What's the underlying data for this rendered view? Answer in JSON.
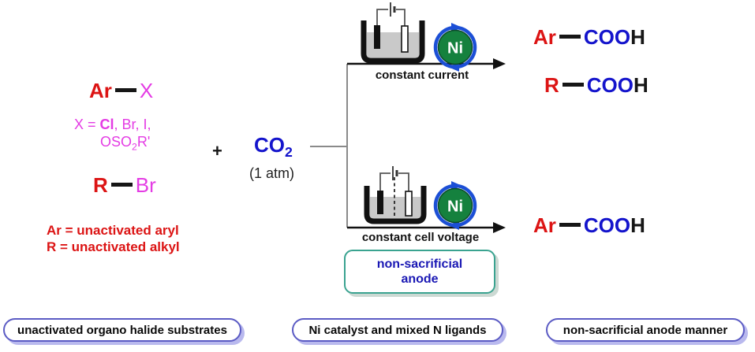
{
  "colors": {
    "red": "#dc1414",
    "magenta": "#e43ce4",
    "blue": "#1414cc",
    "anode_text_blue": "#1a18b4",
    "ni_green": "#15813e",
    "cycle_arrow_blue": "#1c4fd6",
    "pill_border": "#5b5bc4",
    "pill_shadow": "#b9b9ee",
    "anode_border": "#3aa390",
    "liquid_gray": "#c9c9c9"
  },
  "substrates": {
    "aryl": {
      "r": "Ar",
      "x": "X"
    },
    "halide_def_line1": {
      "prefix": "X = ",
      "cl": "Cl",
      "rest": ", Br, I,"
    },
    "halide_def_line2": {
      "pre": "OSO",
      "sub": "2",
      "post": "R'"
    },
    "alkyl": {
      "r": "R",
      "x": "Br"
    },
    "definitions": [
      "Ar = unactivated aryl",
      "R = unactivated alkyl"
    ]
  },
  "reagent": {
    "plus": "+",
    "co2_base": "CO",
    "co2_sub": "2",
    "pressure": "(1 atm)"
  },
  "branches": {
    "top": {
      "condition": "constant current",
      "catalyst": "Ni"
    },
    "bottom": {
      "condition": "constant cell voltage",
      "catalyst": "Ni"
    }
  },
  "products": {
    "top": [
      {
        "r": "Ar",
        "group": "COO",
        "h": "H"
      },
      {
        "r": "R",
        "group": "COO",
        "h": "H"
      }
    ],
    "bottom": [
      {
        "r": "Ar",
        "group": "COO",
        "h": "H"
      }
    ]
  },
  "anode_note": {
    "line1": "non-sacrificial",
    "line2": "anode"
  },
  "footer_labels": [
    "unactivated organo halide substrates",
    "Ni catalyst and mixed N ligands",
    "non-sacrificial anode manner"
  ]
}
